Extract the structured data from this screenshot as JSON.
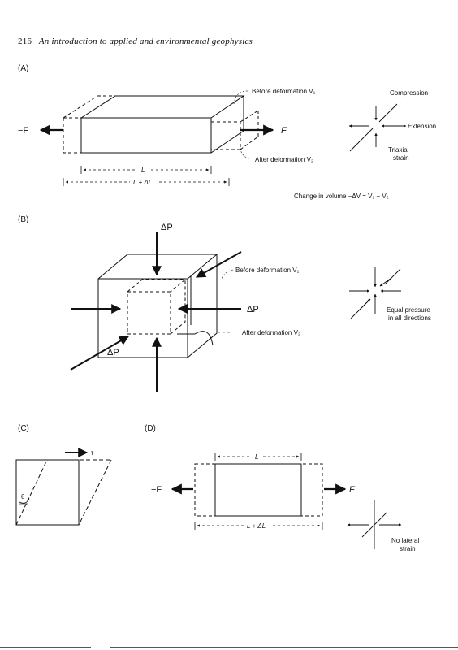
{
  "header": {
    "page_number": "216",
    "title": "An introduction to applied and environmental geophysics"
  },
  "panels": {
    "a": "(A)",
    "b": "(B)",
    "c": "(C)",
    "d": "(D)"
  },
  "panel_a": {
    "force_left": "−F",
    "force_right": "F",
    "before": "Before deformation V₁",
    "after": "After deformation V₂",
    "length": "L",
    "length_delta": "L + ΔL",
    "compression": "Compression",
    "extension": "Extension",
    "triaxial_line1": "Triaxial",
    "triaxial_line2": "strain",
    "volume_change": "Change in volume −ΔV = V₁ − V₂"
  },
  "panel_b": {
    "dp_top": "ΔP",
    "dp_right": "ΔP",
    "dp_left": "ΔP",
    "before": "Before deformation V₁",
    "after": "After deformation V₂",
    "equal_line1": "Equal pressure",
    "equal_line2": "in all directions"
  },
  "panel_c": {
    "tau": "τ",
    "theta": "θ"
  },
  "panel_d": {
    "length": "L",
    "length_delta": "L + ΔL",
    "force_left": "−F",
    "force_right": "F",
    "nolateral_line1": "No lateral",
    "nolateral_line2": "strain"
  }
}
